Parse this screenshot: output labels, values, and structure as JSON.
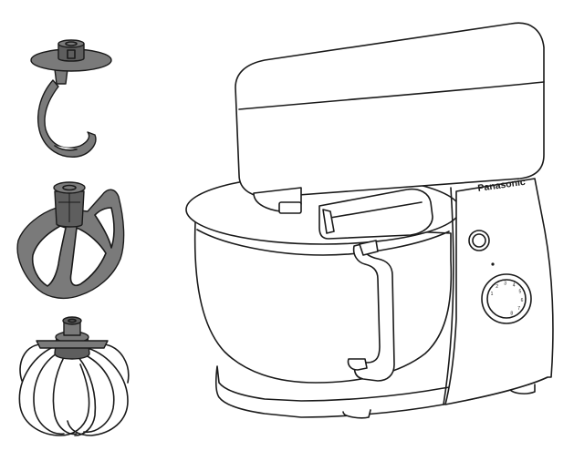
{
  "figure": {
    "brand_label": "Panasonic",
    "dial_markings": [
      "1",
      "2",
      "3",
      "4",
      "5",
      "6",
      "7",
      "8"
    ],
    "accessories": [
      "dough-hook",
      "flat-beater",
      "balloon-whisk"
    ],
    "colors": {
      "line": "#1a1a1a",
      "accessory_fill": "#7a7a7a",
      "background": "#ffffff"
    }
  }
}
